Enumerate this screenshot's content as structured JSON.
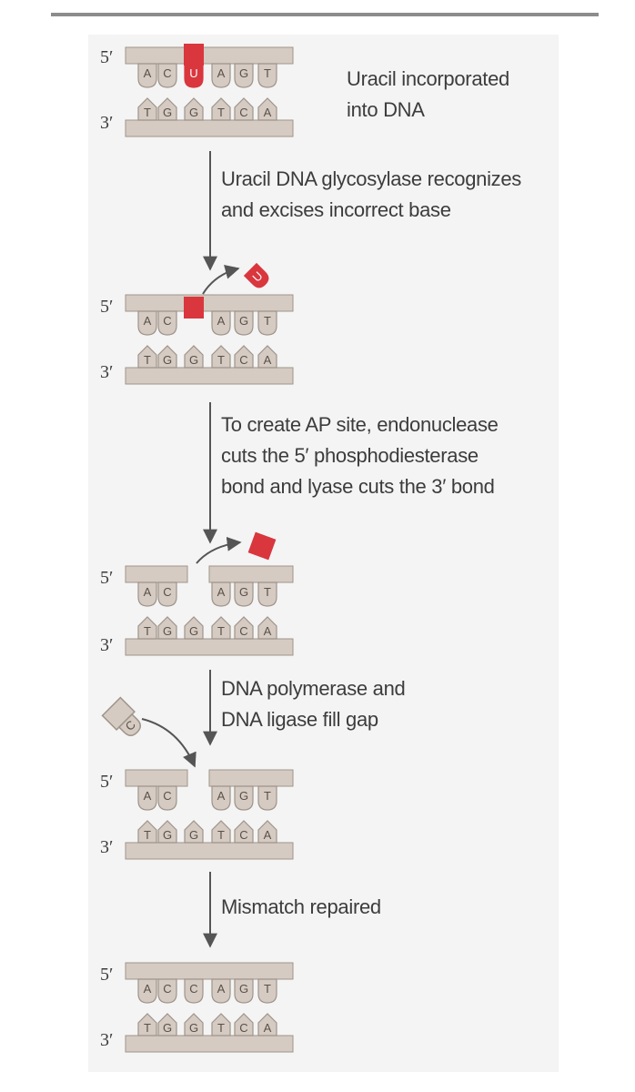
{
  "colors": {
    "backbone": "#d5cbc2",
    "backbone_stroke": "#9e948a",
    "uracil": "#d9363e",
    "arrow": "#555555",
    "text": "#3c3c3c"
  },
  "strand_labels": {
    "five_prime": "5′",
    "three_prime": "3′"
  },
  "stages": [
    {
      "top_bases": [
        "A",
        "C",
        "U",
        "A",
        "G",
        "T"
      ],
      "bottom_bases": [
        "T",
        "G",
        "G",
        "T",
        "C",
        "A"
      ],
      "caption": [
        "Uracil incorporated",
        "into DNA"
      ]
    },
    {
      "top_bases": [
        "A",
        "C",
        "",
        "A",
        "G",
        "T"
      ],
      "bottom_bases": [
        "T",
        "G",
        "G",
        "T",
        "C",
        "A"
      ],
      "removed_base": "U"
    },
    {
      "top_bases": [
        "A",
        "C",
        "",
        "A",
        "G",
        "T"
      ],
      "bottom_bases": [
        "T",
        "G",
        "G",
        "T",
        "C",
        "A"
      ]
    },
    {
      "top_bases": [
        "A",
        "C",
        "",
        "A",
        "G",
        "T"
      ],
      "bottom_bases": [
        "T",
        "G",
        "G",
        "T",
        "C",
        "A"
      ],
      "incoming_base": "C"
    },
    {
      "top_bases": [
        "A",
        "C",
        "C",
        "A",
        "G",
        "T"
      ],
      "bottom_bases": [
        "T",
        "G",
        "G",
        "T",
        "C",
        "A"
      ]
    }
  ],
  "steps": [
    {
      "lines": [
        "Uracil DNA glycosylase recognizes",
        "and excises incorrect base"
      ]
    },
    {
      "lines": [
        "To create AP site, endonuclease",
        "cuts the 5′ phosphodiesterase",
        "bond and lyase cuts the 3′ bond"
      ]
    },
    {
      "lines": [
        "DNA polymerase and",
        "DNA ligase fill gap"
      ]
    },
    {
      "lines": [
        "Mismatch repaired"
      ]
    }
  ]
}
